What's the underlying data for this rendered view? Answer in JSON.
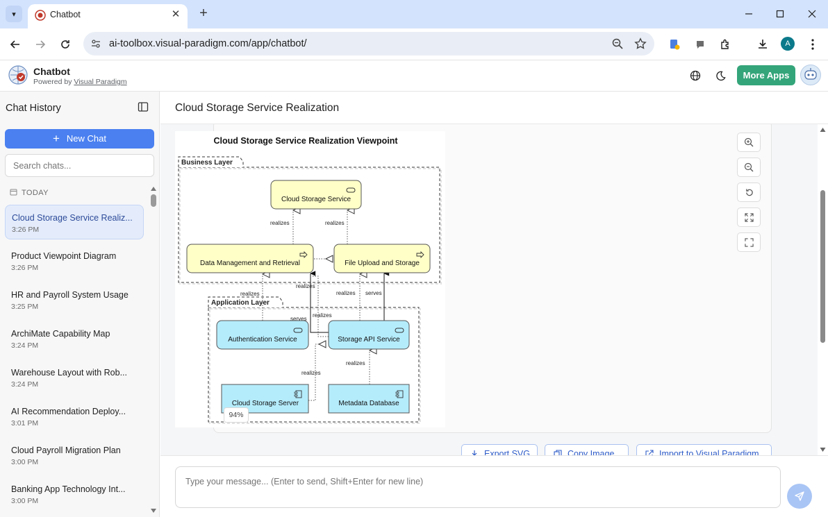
{
  "browser": {
    "tab_title": "Chatbot",
    "url": "ai-toolbox.visual-paradigm.com/app/chatbot/",
    "profile_initial": "A"
  },
  "app": {
    "name": "Chatbot",
    "powered_prefix": "Powered by",
    "powered_link": "Visual Paradigm",
    "more_apps": "More Apps"
  },
  "sidebar": {
    "title": "Chat History",
    "new_chat": "New Chat",
    "search_placeholder": "Search chats...",
    "group_label": "TODAY",
    "items": [
      {
        "title": "Cloud Storage Service Realiz...",
        "time": "3:26 PM",
        "active": true
      },
      {
        "title": "Product Viewpoint Diagram",
        "time": "3:26 PM"
      },
      {
        "title": "HR and Payroll System Usage",
        "time": "3:25 PM"
      },
      {
        "title": "ArchiMate Capability Map",
        "time": "3:24 PM"
      },
      {
        "title": "Warehouse Layout with Rob...",
        "time": "3:24 PM"
      },
      {
        "title": "AI Recommendation Deploy...",
        "time": "3:01 PM"
      },
      {
        "title": "Cloud Payroll Migration Plan",
        "time": "3:00 PM"
      },
      {
        "title": "Banking App Technology Int...",
        "time": "3:00 PM"
      }
    ]
  },
  "main": {
    "title": "Cloud Storage Service Realization",
    "zoom_level": "94%",
    "actions": {
      "export_svg": "Export SVG",
      "copy_image": "Copy Image",
      "import_vp": "Import to Visual Paradigm"
    },
    "input_placeholder": "Type your message... (Enter to send, Shift+Enter for new line)"
  },
  "diagram": {
    "title": "Cloud Storage Service Realization Viewpoint",
    "business_layer": "Business Layer",
    "application_layer": "Application Layer",
    "nodes": {
      "cloud_storage_service": "Cloud Storage Service",
      "data_mgmt": "Data Management and Retrieval",
      "file_upload": "File Upload and Storage",
      "auth_service": "Authentication Service",
      "storage_api": "Storage API Service",
      "cloud_storage_server": "Cloud Storage Server",
      "metadata_db": "Metadata Database"
    },
    "rel_realizes": "realizes",
    "rel_serves": "serves",
    "colors": {
      "business": "#ffffc8",
      "application": "#b5ecfc"
    }
  }
}
